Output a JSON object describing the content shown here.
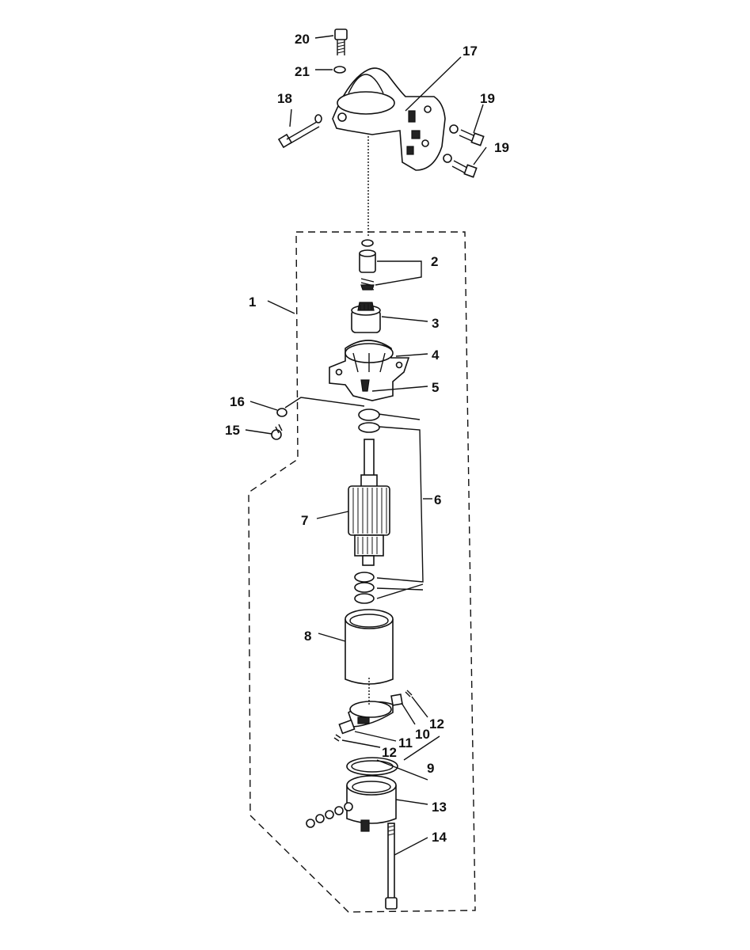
{
  "callouts": [
    {
      "id": "20",
      "text": "20"
    },
    {
      "id": "21",
      "text": "21"
    },
    {
      "id": "17",
      "text": "17"
    },
    {
      "id": "18",
      "text": "18"
    },
    {
      "id": "19a",
      "text": "19"
    },
    {
      "id": "19b",
      "text": "19"
    },
    {
      "id": "2",
      "text": "2"
    },
    {
      "id": "1",
      "text": "1"
    },
    {
      "id": "3",
      "text": "3"
    },
    {
      "id": "4",
      "text": "4"
    },
    {
      "id": "5",
      "text": "5"
    },
    {
      "id": "16",
      "text": "16"
    },
    {
      "id": "15",
      "text": "15"
    },
    {
      "id": "6",
      "text": "6"
    },
    {
      "id": "7",
      "text": "7"
    },
    {
      "id": "8",
      "text": "8"
    },
    {
      "id": "12a",
      "text": "12"
    },
    {
      "id": "10",
      "text": "10"
    },
    {
      "id": "11",
      "text": "11"
    },
    {
      "id": "12b",
      "text": "12"
    },
    {
      "id": "9",
      "text": "9"
    },
    {
      "id": "13",
      "text": "13"
    },
    {
      "id": "14",
      "text": "14"
    }
  ]
}
